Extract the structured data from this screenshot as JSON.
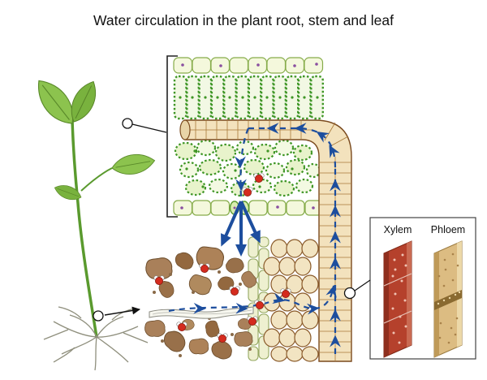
{
  "title": "Water circulation in the plant root, stem and leaf",
  "panel": {
    "xylem_label": "Xylem",
    "phloem_label": "Phloem"
  },
  "colors": {
    "arrow_blue": "#1d4e9e",
    "leaf_cell_green": "#3f9626",
    "leaf_cell_fill": "#eef6d8",
    "stem_cell_fill": "#f3e2bd",
    "stem_cell_stroke": "#7a4a1e",
    "soil_brown": "#a9805a",
    "xylem_red": "#b5412c",
    "phloem_tan": "#dcbc82",
    "water_molecule_red": "#d42b1e",
    "plant_green": "#8cc34e",
    "root_gray": "#8f8f7d"
  },
  "icons": {
    "water_molecule": "red oxygen sphere with two white hydrogen spheres",
    "zoom_marker": "small white circle with black outline",
    "flow_arrow": "blue chevron arrow"
  }
}
